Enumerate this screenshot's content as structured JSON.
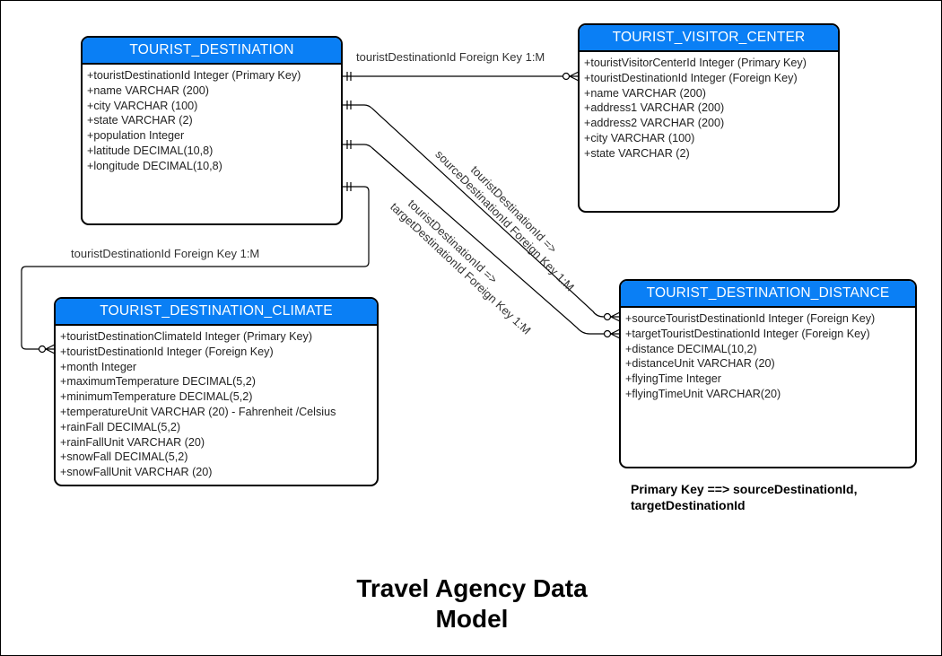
{
  "entities": {
    "tourist_destination": {
      "name": "TOURIST_DESTINATION",
      "attributes": [
        "+touristDestinationId Integer (Primary Key)",
        "+name VARCHAR (200)",
        "+city VARCHAR (100)",
        "+state VARCHAR (2)",
        "+population Integer",
        "+latitude DECIMAL(10,8)",
        "+longitude DECIMAL(10,8)"
      ]
    },
    "tourist_visitor_center": {
      "name": "TOURIST_VISITOR_CENTER",
      "attributes": [
        "+touristVisitorCenterId Integer (Primary Key)",
        "+touristDestinationId Integer (Foreign Key)",
        "+name VARCHAR (200)",
        "+address1 VARCHAR (200)",
        "+address2 VARCHAR (200)",
        "+city VARCHAR (100)",
        "+state VARCHAR (2)"
      ]
    },
    "tourist_destination_climate": {
      "name": "TOURIST_DESTINATION_CLIMATE",
      "attributes": [
        "+touristDestinationClimateId Integer (Primary Key)",
        "+touristDestinationId Integer (Foreign Key)",
        "+month Integer",
        "+maximumTemperature DECIMAL(5,2)",
        "+minimumTemperature DECIMAL(5,2)",
        "+temperatureUnit VARCHAR (20) - Fahrenheit /Celsius",
        "+rainFall DECIMAL(5,2)",
        "+rainFallUnit VARCHAR (20)",
        "+snowFall DECIMAL(5,2)",
        "+snowFallUnit VARCHAR (20)"
      ]
    },
    "tourist_destination_distance": {
      "name": "TOURIST_DESTINATION_DISTANCE",
      "attributes": [
        "+sourceTouristDestinationId Integer (Foreign Key)",
        "+targetTouristDestinationId Integer (Foreign Key)",
        "+distance DECIMAL(10,2)",
        "+distanceUnit VARCHAR (20)",
        "+flyingTime Integer",
        "+flyingTimeUnit VARCHAR(20)"
      ]
    }
  },
  "relationships": {
    "visitor_center": "touristDestinationId Foreign Key 1:M",
    "climate": "touristDestinationId Foreign Key 1:M",
    "source_line1": "touristDestinationId =>",
    "source_line2": "sourceDestinationId Foreign Key 1:M",
    "target_line1": "touristDestinationId =>",
    "target_line2": "targetDestinationId Foreign Key 1:M"
  },
  "note": {
    "line1": "Primary Key ==> sourceDestinationId,",
    "line2": "targetDestinationId"
  },
  "title": {
    "line1": "Travel Agency Data",
    "line2": "Model"
  },
  "colors": {
    "header_fill": "#0a7ff5",
    "header_text": "#ffffff",
    "border": "#000000"
  }
}
